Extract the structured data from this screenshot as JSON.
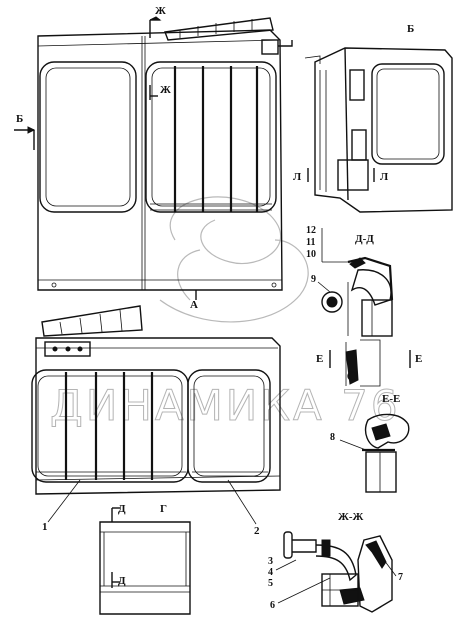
{
  "labels": {
    "zh_top": "Ж",
    "b_top": "Б",
    "b_left": "Б",
    "zh_mid": "Ж",
    "a": "А",
    "l_left": "Л",
    "l_right": "Л",
    "dd": "Д-Д",
    "n12": "12",
    "n11": "11",
    "n10": "10",
    "n9": "9",
    "e_left": "Е",
    "e_right": "Е",
    "ee": "Е-Е",
    "n8": "8",
    "n1": "1",
    "n2": "2",
    "d_top": "Д",
    "g": "Г",
    "d_bot": "Д",
    "zhzh": "Ж-Ж",
    "n3": "3",
    "n4": "4",
    "n5": "5",
    "n6": "6",
    "n7": "7"
  },
  "watermark": {
    "text": "ДИНАМИКА 76"
  }
}
